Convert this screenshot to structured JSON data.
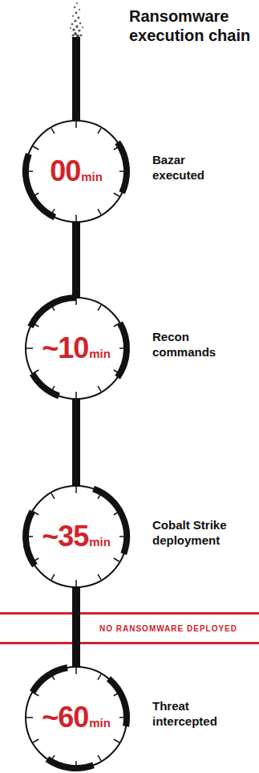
{
  "diagram": {
    "title": "Ransomware execution chain",
    "nodes": [
      {
        "text": [
          "00",
          "min",
          "Bazar executed"
        ]
      },
      {
        "text": [
          "~10",
          "min",
          "Recon commands"
        ]
      },
      {
        "text": [
          "~35",
          "min",
          "Cobalt Strike deployment"
        ]
      },
      {
        "text": [
          "~60",
          "min",
          "Threat intercepted"
        ]
      }
    ],
    "edges": [
      {
        "from": 0,
        "to": 1,
        "arrow": "none"
      },
      {
        "from": 1,
        "to": 2,
        "arrow": "none"
      },
      {
        "from": 2,
        "to": 3,
        "arrow": "none"
      }
    ],
    "labels": [
      "NO RANSOMWARE DEPLOYED"
    ]
  }
}
